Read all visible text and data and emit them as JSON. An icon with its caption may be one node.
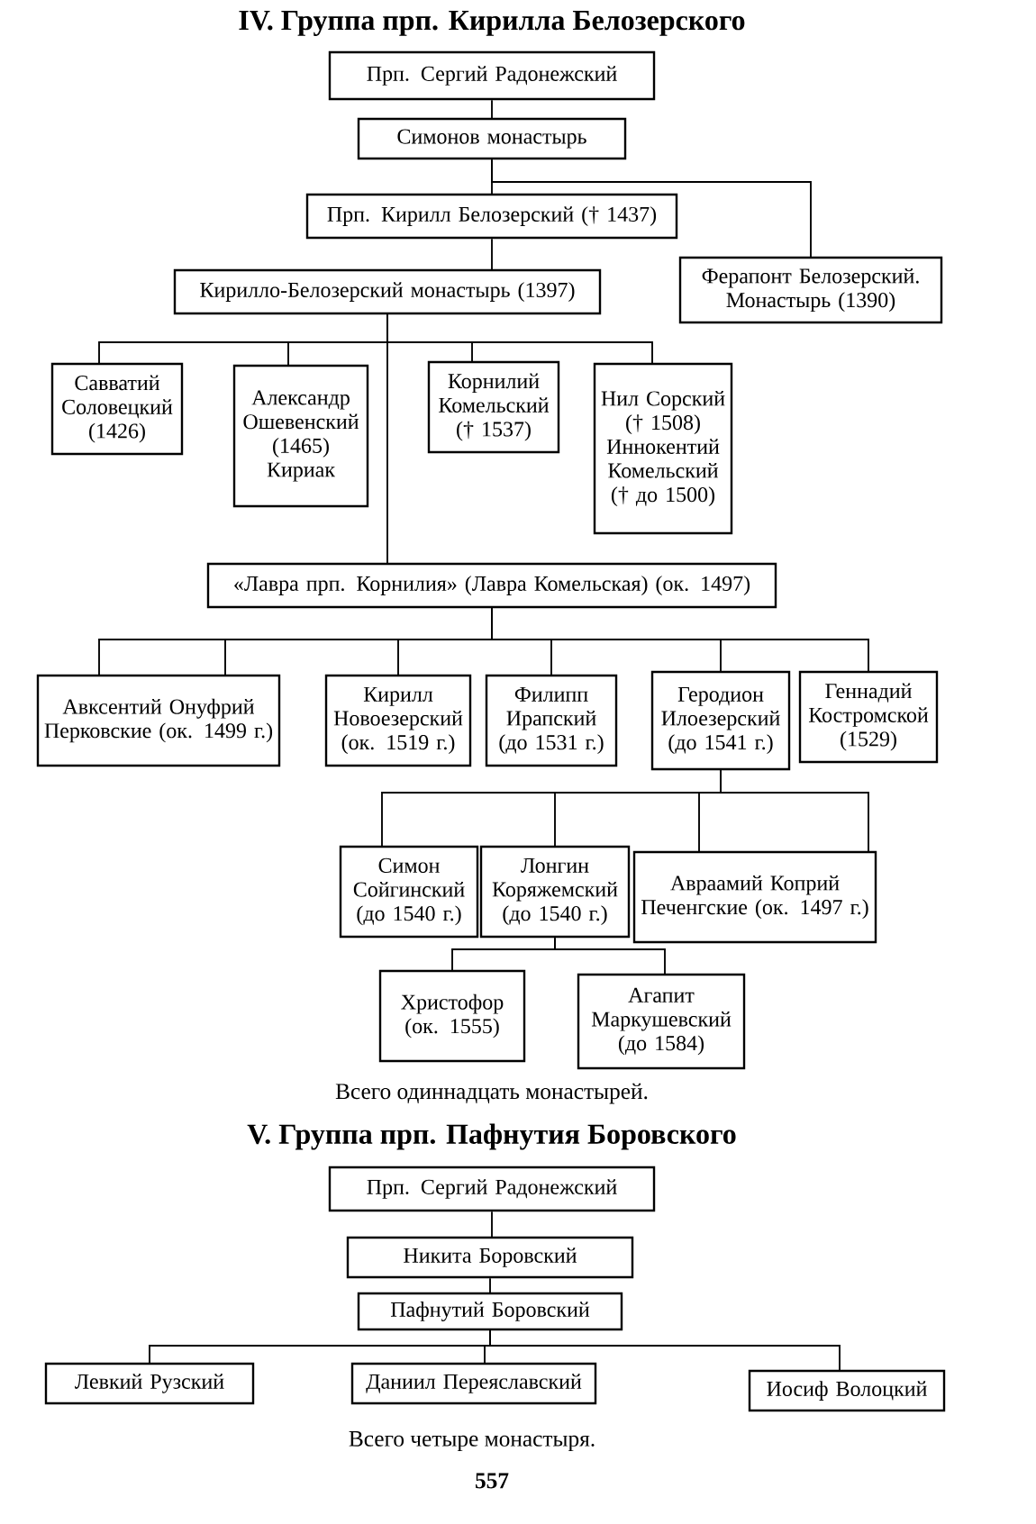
{
  "diagram": {
    "title": "IV. Группа прп. Кирилла Белозерского",
    "nodes": [
      {
        "text": [
          "Прп. Сергий Радонежский"
        ]
      },
      {
        "text": [
          "Симонов монастырь"
        ]
      },
      {
        "text": [
          "Прп. Кирилл Белозерский († 1437)"
        ]
      },
      {
        "text": [
          "Ферапонт Белозерский. Монастырь (1390)"
        ]
      },
      {
        "text": [
          "Кирилло-Белозерский монастырь (1397)"
        ]
      },
      {
        "text": [
          "Савватий Соловецкий (1426)"
        ]
      },
      {
        "text": [
          "Александр Ошевенский (1465) Кириак"
        ]
      },
      {
        "text": [
          "Корнилий Комельский († 1537)"
        ]
      },
      {
        "text": [
          "Нил Сорский († 1508) Иннокентий Комельский († до 1500)"
        ]
      },
      {
        "text": [
          "«Лавра прп. Корнилия» (Лавра Комельская) (ок. 1497)"
        ]
      },
      {
        "text": [
          "Авксентий Онуфрий Перковские (ок. 1499 г.)"
        ]
      },
      {
        "text": [
          "Кирилл Новоезерский (ок. 1519 г.)"
        ]
      },
      {
        "text": [
          "Филипп Ирапский (до 1531 г.)"
        ]
      },
      {
        "text": [
          "Геродион Илоезерский (до 1541 г.)"
        ]
      },
      {
        "text": [
          "Геннадий Костромской (1529)"
        ]
      },
      {
        "text": [
          "Симон Сойгинский (до 1540 г.)"
        ]
      },
      {
        "text": [
          "Лонгин Коряжемский (до 1540 г.)"
        ]
      },
      {
        "text": [
          "Авраамий Коприй Печенгские (ок. 1497 г.)"
        ]
      },
      {
        "text": [
          "Христофор (ок. 1555)"
        ]
      },
      {
        "text": [
          "Агапит Маркушевский (до 1584)"
        ]
      },
      {
        "text": [
          "Прп. Сергий Радонежский"
        ]
      },
      {
        "text": [
          "Никита Боровский"
        ]
      },
      {
        "text": [
          "Пафнутий Боровский"
        ]
      },
      {
        "text": [
          "Левкий Рузский"
        ]
      },
      {
        "text": [
          "Даниил Переяславский"
        ]
      },
      {
        "text": [
          "Иосиф Волоцкий"
        ]
      }
    ],
    "edges": [
      {
        "from": 0,
        "to": 1,
        "arrow": "none"
      },
      {
        "from": 1,
        "to": 2,
        "arrow": "none"
      },
      {
        "from": 1,
        "to": 3,
        "arrow": "none"
      },
      {
        "from": 2,
        "to": 4,
        "arrow": "none"
      },
      {
        "from": 4,
        "to": 5,
        "arrow": "none"
      },
      {
        "from": 4,
        "to": 6,
        "arrow": "none"
      },
      {
        "from": 4,
        "to": 7,
        "arrow": "none"
      },
      {
        "from": 4,
        "to": 8,
        "arrow": "none"
      },
      {
        "from": 4,
        "to": 9,
        "arrow": "none"
      },
      {
        "from": 9,
        "to": 10,
        "arrow": "none"
      },
      {
        "from": 9,
        "to": 10,
        "arrow": "none"
      },
      {
        "from": 9,
        "to": 11,
        "arrow": "none"
      },
      {
        "from": 9,
        "to": 12,
        "arrow": "none"
      },
      {
        "from": 9,
        "to": 13,
        "arrow": "none"
      },
      {
        "from": 9,
        "to": 14,
        "arrow": "none"
      },
      {
        "from": 13,
        "to": 15,
        "arrow": "none"
      },
      {
        "from": 13,
        "to": 16,
        "arrow": "none"
      },
      {
        "from": 13,
        "to": 17,
        "arrow": "none"
      },
      {
        "from": 13,
        "to": 17,
        "arrow": "none"
      },
      {
        "from": 16,
        "to": 18,
        "arrow": "none"
      },
      {
        "from": 16,
        "to": 19,
        "arrow": "none"
      },
      {
        "from": 20,
        "to": 21,
        "arrow": "none"
      },
      {
        "from": 21,
        "to": 22,
        "arrow": "none"
      },
      {
        "from": 22,
        "to": 23,
        "arrow": "none"
      },
      {
        "from": 22,
        "to": 24,
        "arrow": "none"
      },
      {
        "from": 22,
        "to": 25,
        "arrow": "none"
      }
    ],
    "labels": [
      "Всего одиннадцать монастырей.",
      "V. Группа прп. Пафнутия Боровского",
      "Всего четыре монастыря.",
      "557"
    ]
  }
}
